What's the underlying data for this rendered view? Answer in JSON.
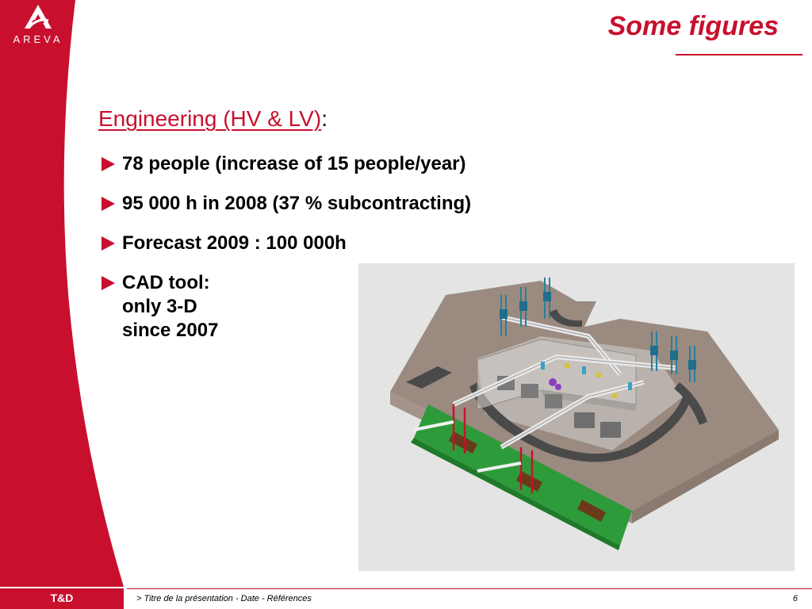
{
  "brand": {
    "logo_text": "AREVA",
    "accent_color": "#c8102e",
    "division_label": "T&D"
  },
  "slide": {
    "title": "Some figures",
    "section_heading": "Engineering (HV & LV)",
    "section_heading_suffix": ":",
    "bullets": [
      {
        "text": "78 people (increase of 15 people/year)"
      },
      {
        "text": "95 000 h in 2008 (37 % subcontracting)"
      },
      {
        "text": "Forecast 2009 : 100 000h"
      },
      {
        "lines": [
          "CAD tool:",
          "only 3-D",
          "since 2007"
        ]
      }
    ],
    "bullet_icon": "triangle-right-icon",
    "figure_icon": "cad-3d-substation-model"
  },
  "footer": {
    "reference": "> Titre de la présentation - Date - Références",
    "page_number": "6"
  }
}
